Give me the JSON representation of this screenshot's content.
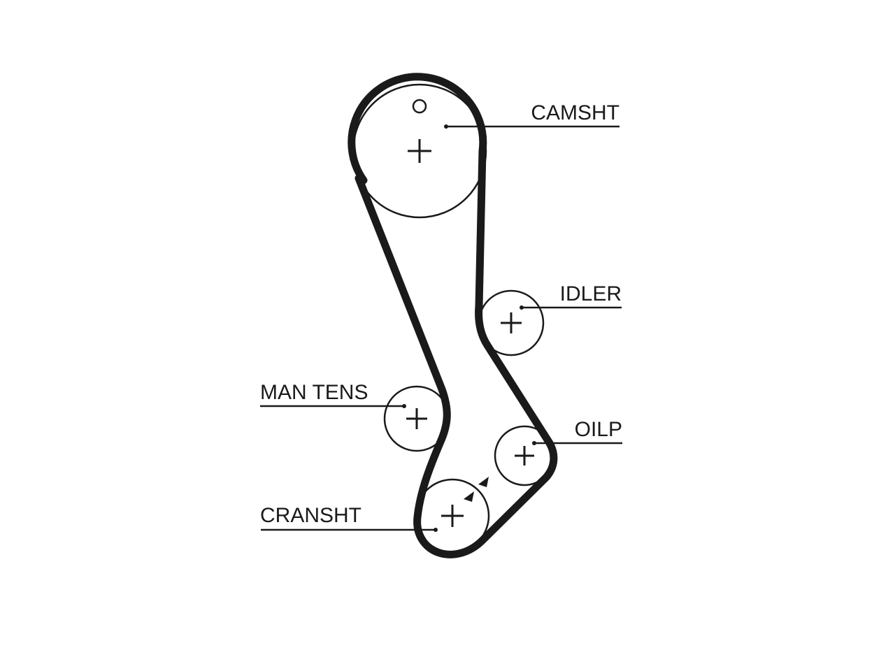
{
  "labels": {
    "camshaft": "CAMSHT",
    "idler": "IDLER",
    "manual_tensioner": "MAN TENS",
    "oil_pump": "OILP",
    "crankshaft": "CRANSHT"
  },
  "colors": {
    "line": "#1a1a1a",
    "background": "#ffffff"
  },
  "icons": {
    "pulley_center": "plus-cross",
    "rotation_direction": "triangle-arrows",
    "timing_mark": "small-circle"
  }
}
